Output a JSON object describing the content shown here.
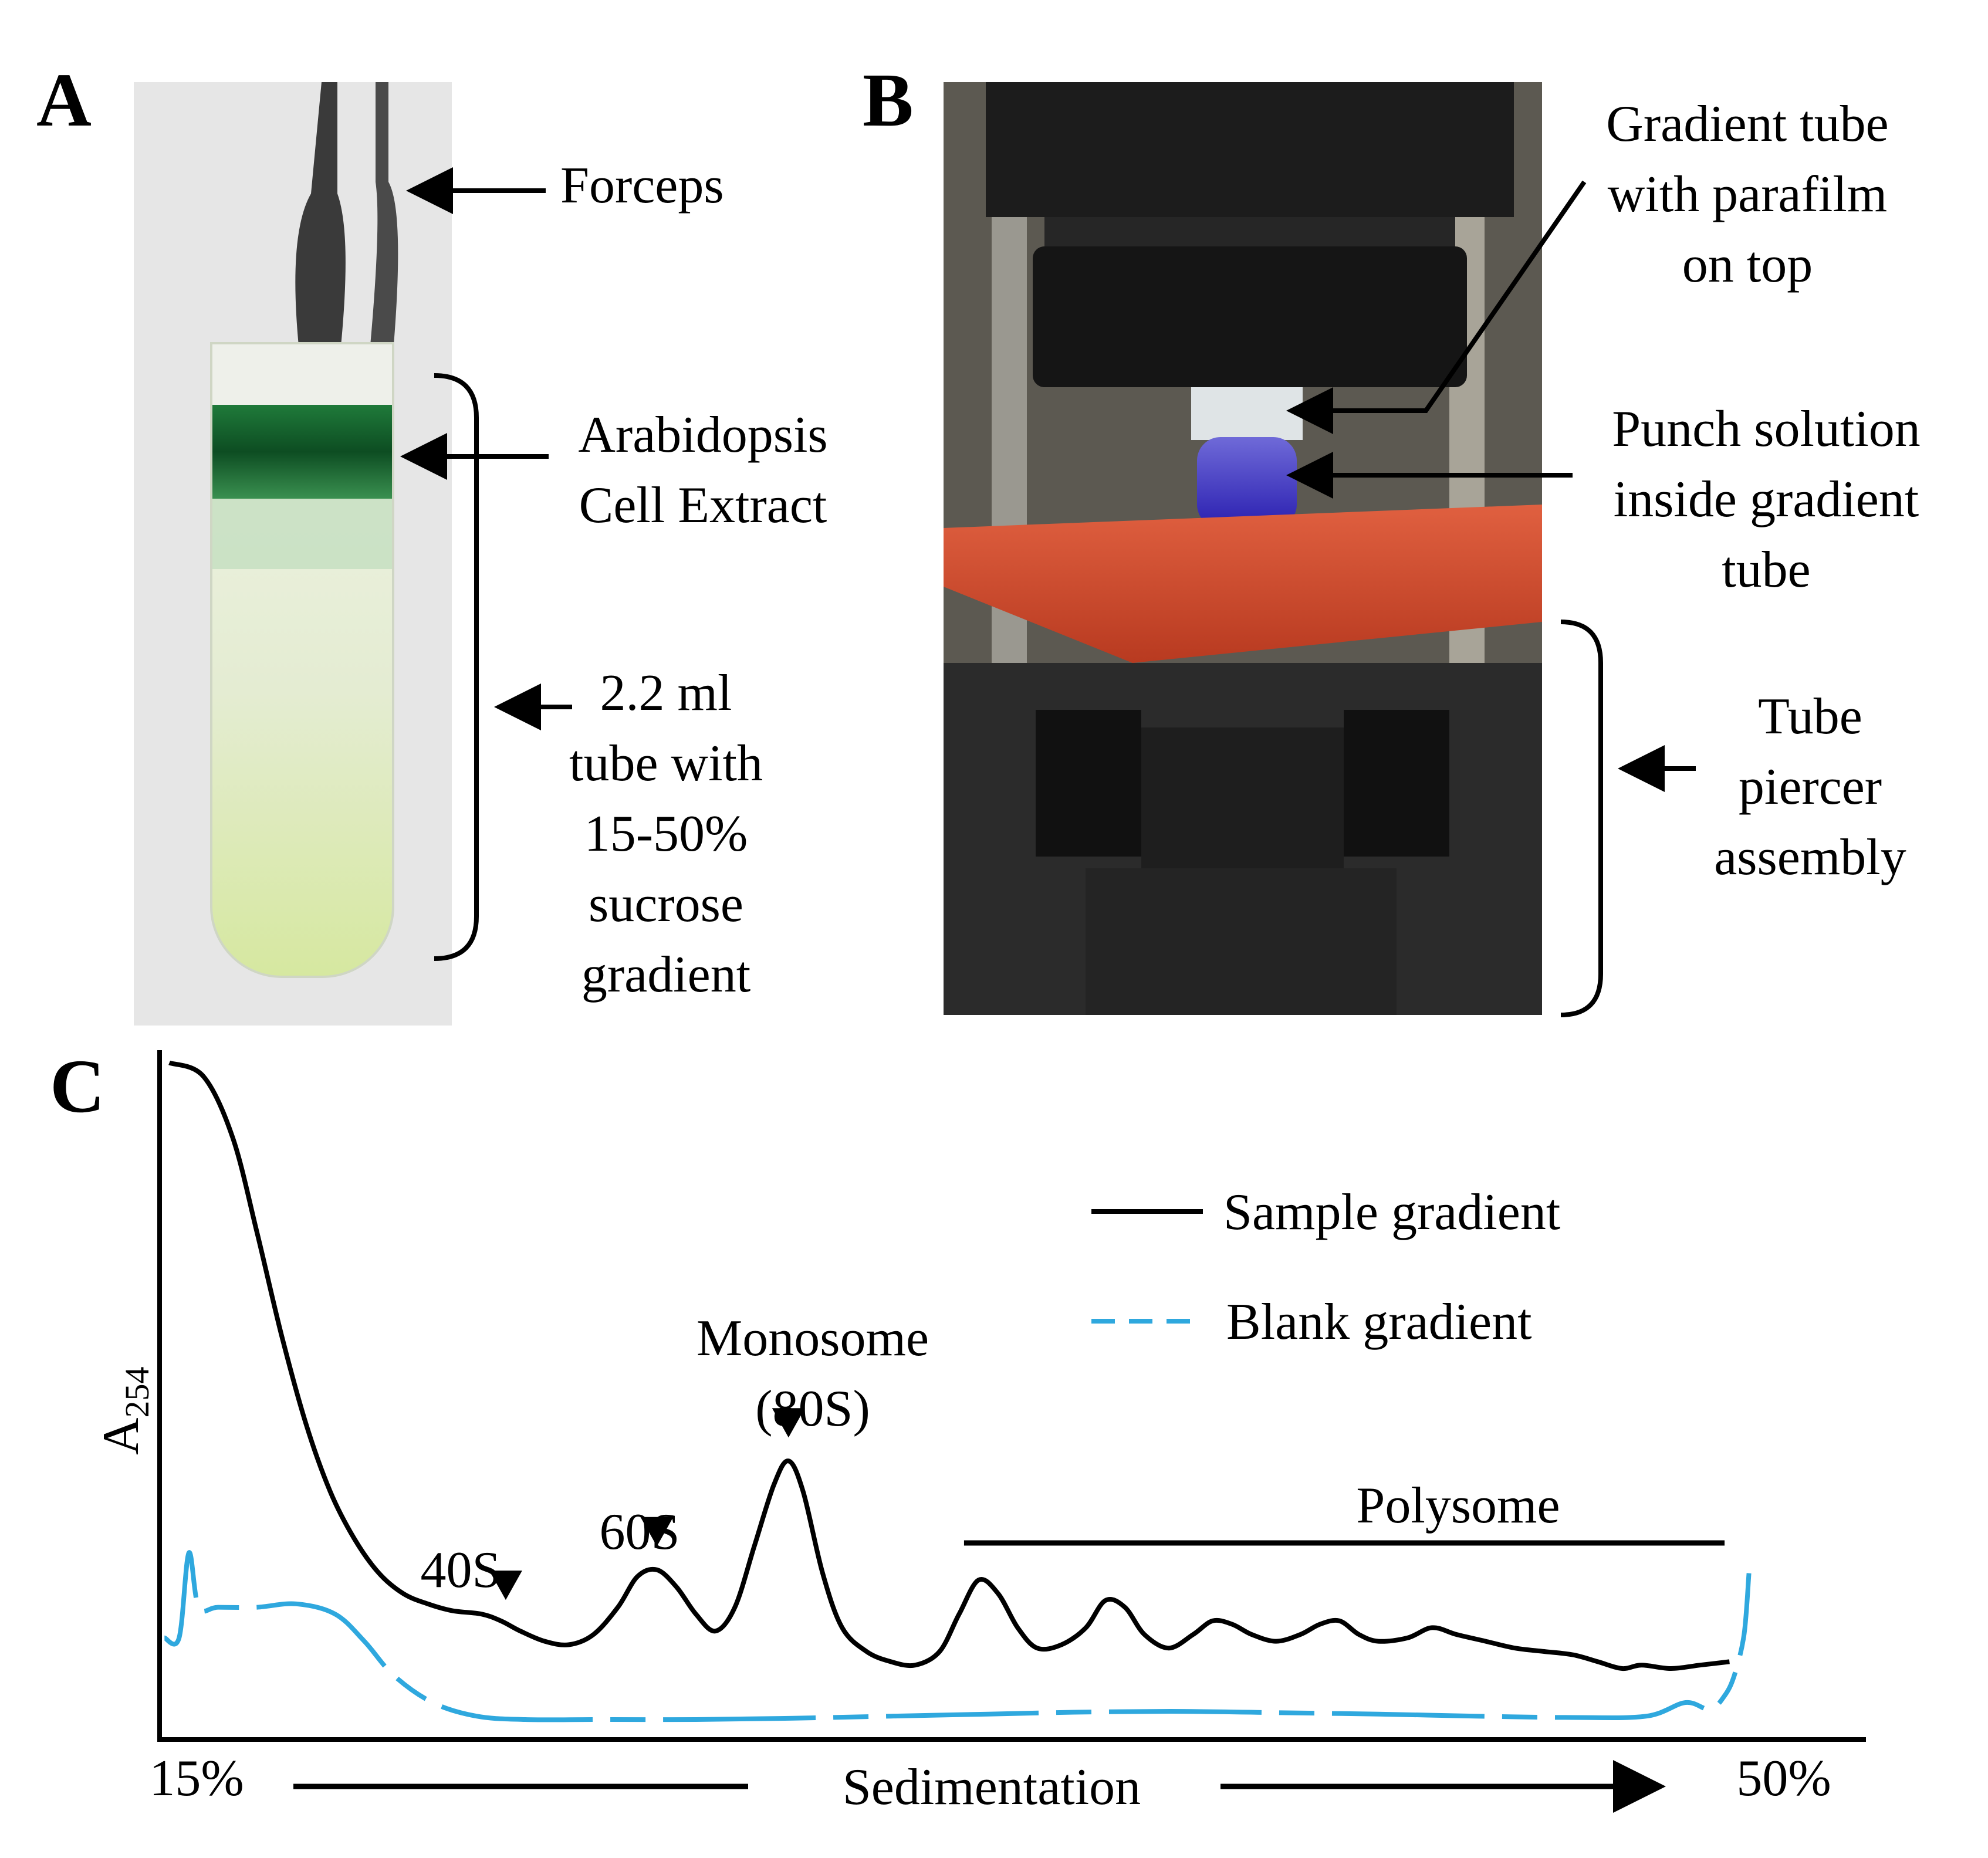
{
  "panels": {
    "a": {
      "letter": "A",
      "labels": {
        "forceps": "Forceps",
        "extract_line1": "Arabidopsis",
        "extract_line2": "Cell Extract",
        "tube_line1": "2.2 ml",
        "tube_line2": "tube with",
        "tube_line3": "15-50%",
        "tube_line4": "sucrose",
        "tube_line5": "gradient"
      }
    },
    "b": {
      "letter": "B",
      "labels": {
        "gradient_line1": "Gradient tube",
        "gradient_line2": "with parafilm",
        "gradient_line3": "on top",
        "punch_line1": "Punch solution",
        "punch_line2": "inside gradient",
        "punch_line3": "tube",
        "piercer_line1": "Tube",
        "piercer_line2": "piercer",
        "piercer_line3": "assembly"
      }
    },
    "c": {
      "letter": "C"
    }
  },
  "chart_data": {
    "type": "line",
    "title": "",
    "ylabel_main": "A",
    "ylabel_sub": "254",
    "xlabel": "Sedimentation",
    "x_start_label": "15%",
    "x_end_label": "50%",
    "xlim": [
      15,
      50
    ],
    "ylim": [
      0,
      1
    ],
    "legend": {
      "position": "top-right"
    },
    "annotations": {
      "p40": "40S",
      "p60": "60S",
      "mono_line1": "Monosome",
      "mono_line2": "(80S)",
      "polysome": "Polysome"
    },
    "series": [
      {
        "name": "Sample gradient",
        "color": "#000000",
        "style": "solid",
        "points": [
          [
            15.2,
            0.99
          ],
          [
            15.9,
            0.97
          ],
          [
            16.5,
            0.88
          ],
          [
            17.0,
            0.74
          ],
          [
            17.5,
            0.59
          ],
          [
            18.0,
            0.46
          ],
          [
            18.5,
            0.36
          ],
          [
            19.0,
            0.29
          ],
          [
            19.5,
            0.24
          ],
          [
            20.0,
            0.21
          ],
          [
            20.5,
            0.195
          ],
          [
            21.0,
            0.185
          ],
          [
            21.6,
            0.18
          ],
          [
            22.0,
            0.17
          ],
          [
            22.4,
            0.155
          ],
          [
            22.9,
            0.14
          ],
          [
            23.4,
            0.135
          ],
          [
            23.9,
            0.15
          ],
          [
            24.4,
            0.19
          ],
          [
            24.8,
            0.235
          ],
          [
            25.2,
            0.245
          ],
          [
            25.6,
            0.22
          ],
          [
            26.0,
            0.18
          ],
          [
            26.4,
            0.155
          ],
          [
            26.8,
            0.19
          ],
          [
            27.2,
            0.28
          ],
          [
            27.6,
            0.37
          ],
          [
            27.9,
            0.405
          ],
          [
            28.2,
            0.36
          ],
          [
            28.6,
            0.24
          ],
          [
            29.0,
            0.16
          ],
          [
            29.5,
            0.125
          ],
          [
            30.0,
            0.11
          ],
          [
            30.5,
            0.105
          ],
          [
            31.0,
            0.125
          ],
          [
            31.4,
            0.18
          ],
          [
            31.8,
            0.23
          ],
          [
            32.2,
            0.21
          ],
          [
            32.6,
            0.16
          ],
          [
            33.0,
            0.13
          ],
          [
            33.5,
            0.135
          ],
          [
            34.0,
            0.16
          ],
          [
            34.4,
            0.2
          ],
          [
            34.8,
            0.19
          ],
          [
            35.2,
            0.15
          ],
          [
            35.7,
            0.13
          ],
          [
            36.2,
            0.15
          ],
          [
            36.6,
            0.17
          ],
          [
            37.0,
            0.165
          ],
          [
            37.4,
            0.15
          ],
          [
            37.9,
            0.14
          ],
          [
            38.4,
            0.15
          ],
          [
            38.8,
            0.165
          ],
          [
            39.2,
            0.17
          ],
          [
            39.6,
            0.15
          ],
          [
            40.0,
            0.14
          ],
          [
            40.6,
            0.145
          ],
          [
            41.1,
            0.16
          ],
          [
            41.6,
            0.15
          ],
          [
            42.2,
            0.14
          ],
          [
            42.8,
            0.13
          ],
          [
            43.4,
            0.125
          ],
          [
            44.0,
            0.12
          ],
          [
            44.5,
            0.11
          ],
          [
            45.0,
            0.1
          ],
          [
            45.4,
            0.105
          ],
          [
            46.0,
            0.1
          ],
          [
            46.6,
            0.105
          ],
          [
            47.2,
            0.11
          ]
        ]
      },
      {
        "name": "Blank gradient",
        "color": "#2fa8de",
        "style": "dashed",
        "points": [
          [
            15.1,
            0.145
          ],
          [
            15.4,
            0.145
          ],
          [
            15.6,
            0.27
          ],
          [
            15.8,
            0.19
          ],
          [
            16.2,
            0.19
          ],
          [
            17.0,
            0.19
          ],
          [
            17.8,
            0.195
          ],
          [
            18.6,
            0.18
          ],
          [
            19.2,
            0.14
          ],
          [
            19.8,
            0.09
          ],
          [
            20.6,
            0.05
          ],
          [
            21.5,
            0.03
          ],
          [
            22.5,
            0.025
          ],
          [
            24.0,
            0.025
          ],
          [
            26.0,
            0.025
          ],
          [
            28.0,
            0.027
          ],
          [
            30.0,
            0.03
          ],
          [
            32.0,
            0.033
          ],
          [
            34.0,
            0.036
          ],
          [
            36.0,
            0.037
          ],
          [
            38.0,
            0.035
          ],
          [
            40.0,
            0.033
          ],
          [
            42.0,
            0.03
          ],
          [
            44.0,
            0.028
          ],
          [
            45.5,
            0.03
          ],
          [
            46.3,
            0.05
          ],
          [
            46.8,
            0.04
          ],
          [
            47.1,
            0.06
          ],
          [
            47.3,
            0.09
          ],
          [
            47.5,
            0.15
          ],
          [
            47.6,
            0.24
          ]
        ]
      }
    ],
    "peaks": [
      {
        "label": "40S",
        "x": 22.1
      },
      {
        "label": "60S",
        "x": 25.2
      },
      {
        "label": "80S",
        "x": 27.9
      }
    ],
    "polysome_range": [
      31.5,
      47.1
    ]
  }
}
